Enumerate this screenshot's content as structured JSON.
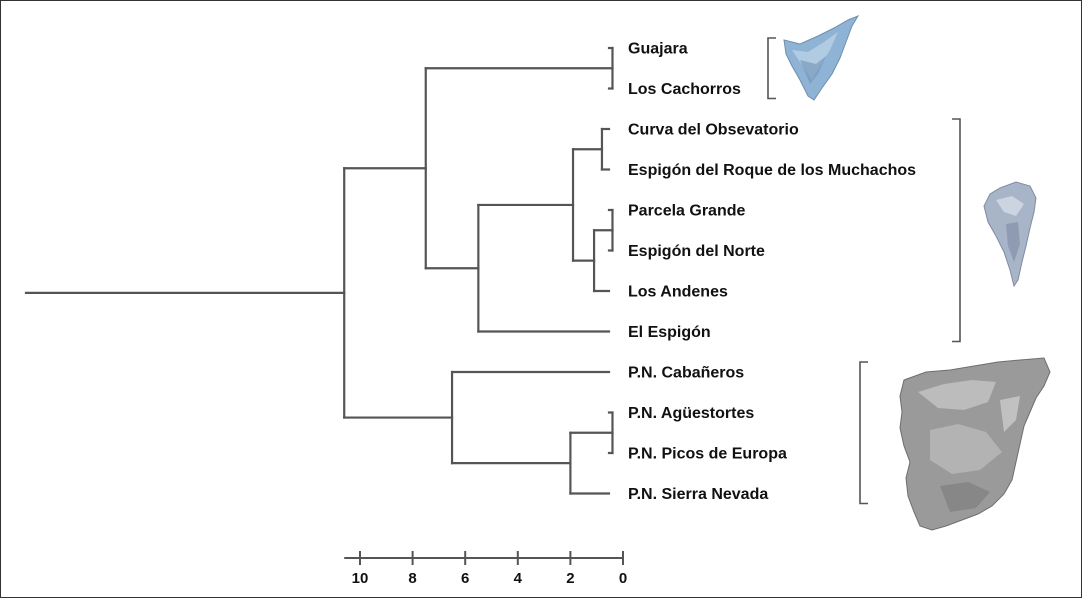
{
  "leaves": [
    "Guajara",
    "Los Cachorros",
    "Curva del Obsevatorio",
    "Espigón del Roque de los Muchachos",
    "Parcela Grande",
    "Espigón del Norte",
    "Los Andenes",
    "El Espigón",
    "P.N. Cabañeros",
    "P.N. Agüestortes",
    "P.N. Picos de Europa",
    "P.N. Sierra Nevada"
  ],
  "tree": {
    "h": 10.6,
    "c": [
      {
        "h": 7.5,
        "c": [
          {
            "h": 0.4,
            "c": [
              {
                "leaf": 0
              },
              {
                "leaf": 1
              }
            ]
          },
          {
            "h": 5.5,
            "c": [
              {
                "h": 1.9,
                "c": [
                  {
                    "h": 0.8,
                    "c": [
                      {
                        "leaf": 2
                      },
                      {
                        "leaf": 3
                      }
                    ]
                  },
                  {
                    "h": 1.1,
                    "c": [
                      {
                        "h": 0.4,
                        "c": [
                          {
                            "leaf": 4
                          },
                          {
                            "leaf": 5
                          }
                        ]
                      },
                      {
                        "leaf": 6
                      }
                    ]
                  }
                ]
              },
              {
                "leaf": 7
              }
            ]
          }
        ]
      },
      {
        "h": 6.5,
        "c": [
          {
            "leaf": 8
          },
          {
            "h": 2.0,
            "c": [
              {
                "h": 0.4,
                "c": [
                  {
                    "leaf": 9
                  },
                  {
                    "leaf": 10
                  }
                ]
              },
              {
                "leaf": 11
              }
            ]
          }
        ]
      }
    ]
  },
  "scale": {
    "ticks": [
      "10",
      "8",
      "6",
      "4",
      "2",
      "0"
    ],
    "tick_values": [
      10,
      8,
      6,
      4,
      2,
      0
    ],
    "max": 10.6
  },
  "groups": [
    {
      "name": "Tenerife",
      "from_leaf": 0,
      "to_leaf": 1,
      "map_icon": "tenerife-island-map",
      "color": "#8fb3d4"
    },
    {
      "name": "La Palma",
      "from_leaf": 2,
      "to_leaf": 7,
      "map_icon": "la-palma-island-map",
      "color": "#a8b4c8"
    },
    {
      "name": "Iberian Peninsula",
      "from_leaf": 8,
      "to_leaf": 11,
      "map_icon": "iberian-peninsula-map",
      "color": "#9a9a9a"
    }
  ]
}
